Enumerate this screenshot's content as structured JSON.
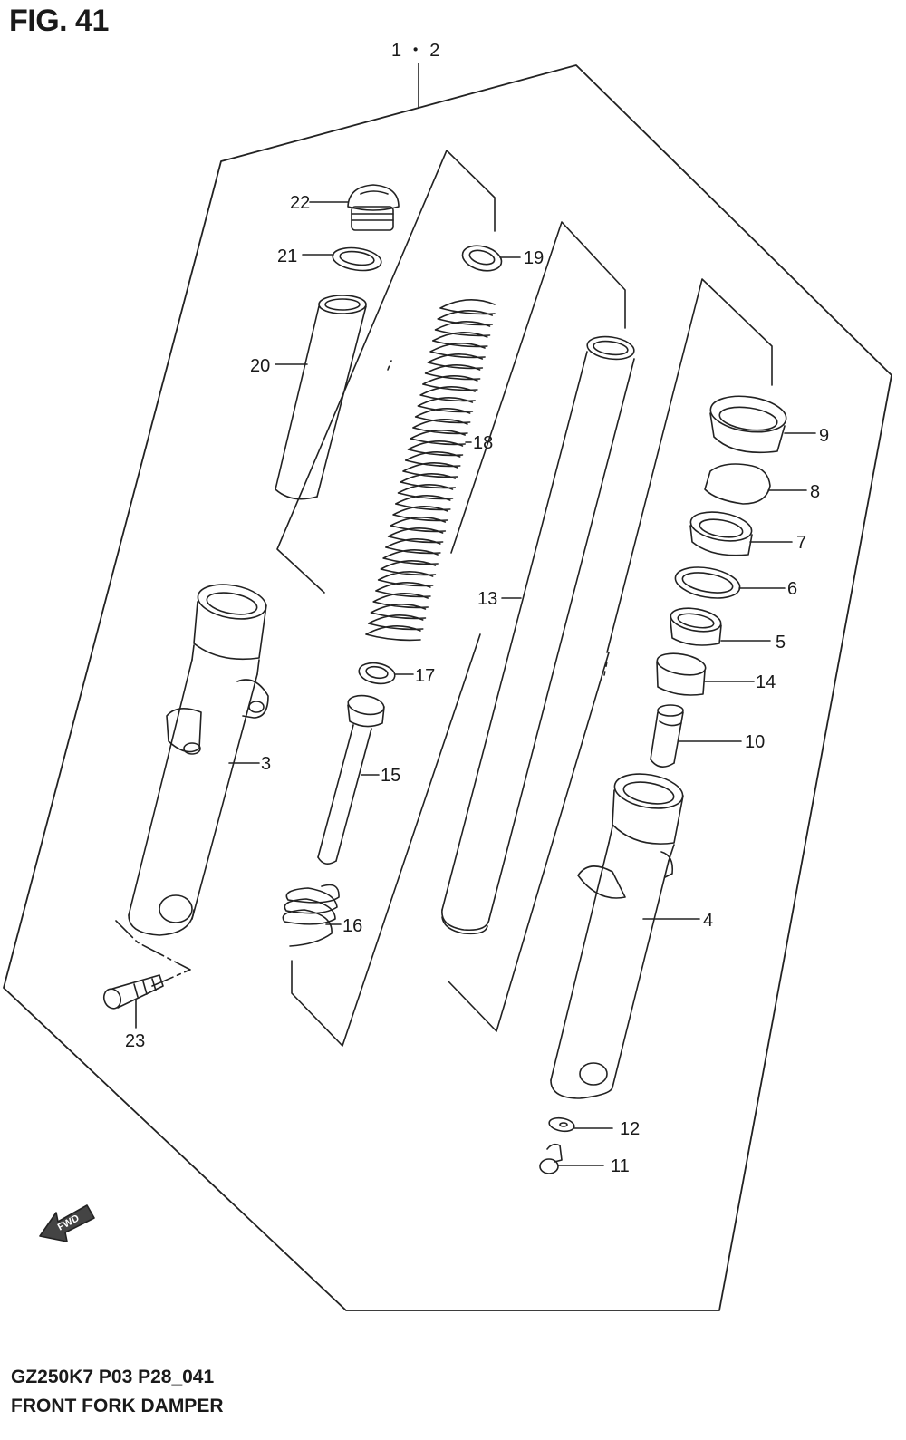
{
  "figure": {
    "title": "FIG. 41"
  },
  "footer": {
    "model_code": "GZ250K7 P03 P28_041",
    "section_name": "FRONT FORK  DAMPER"
  },
  "assembly_label": "1 ・ 2",
  "fwd_label": "FWD",
  "callouts": {
    "c3": "3",
    "c4": "4",
    "c5": "5",
    "c6": "6",
    "c7": "7",
    "c8": "8",
    "c9": "9",
    "c10": "10",
    "c11": "11",
    "c12": "12",
    "c13": "13",
    "c14": "14",
    "c15": "15",
    "c16": "16",
    "c17": "17",
    "c18": "18",
    "c19": "19",
    "c20": "20",
    "c21": "21",
    "c22": "22",
    "c23": "23"
  }
}
